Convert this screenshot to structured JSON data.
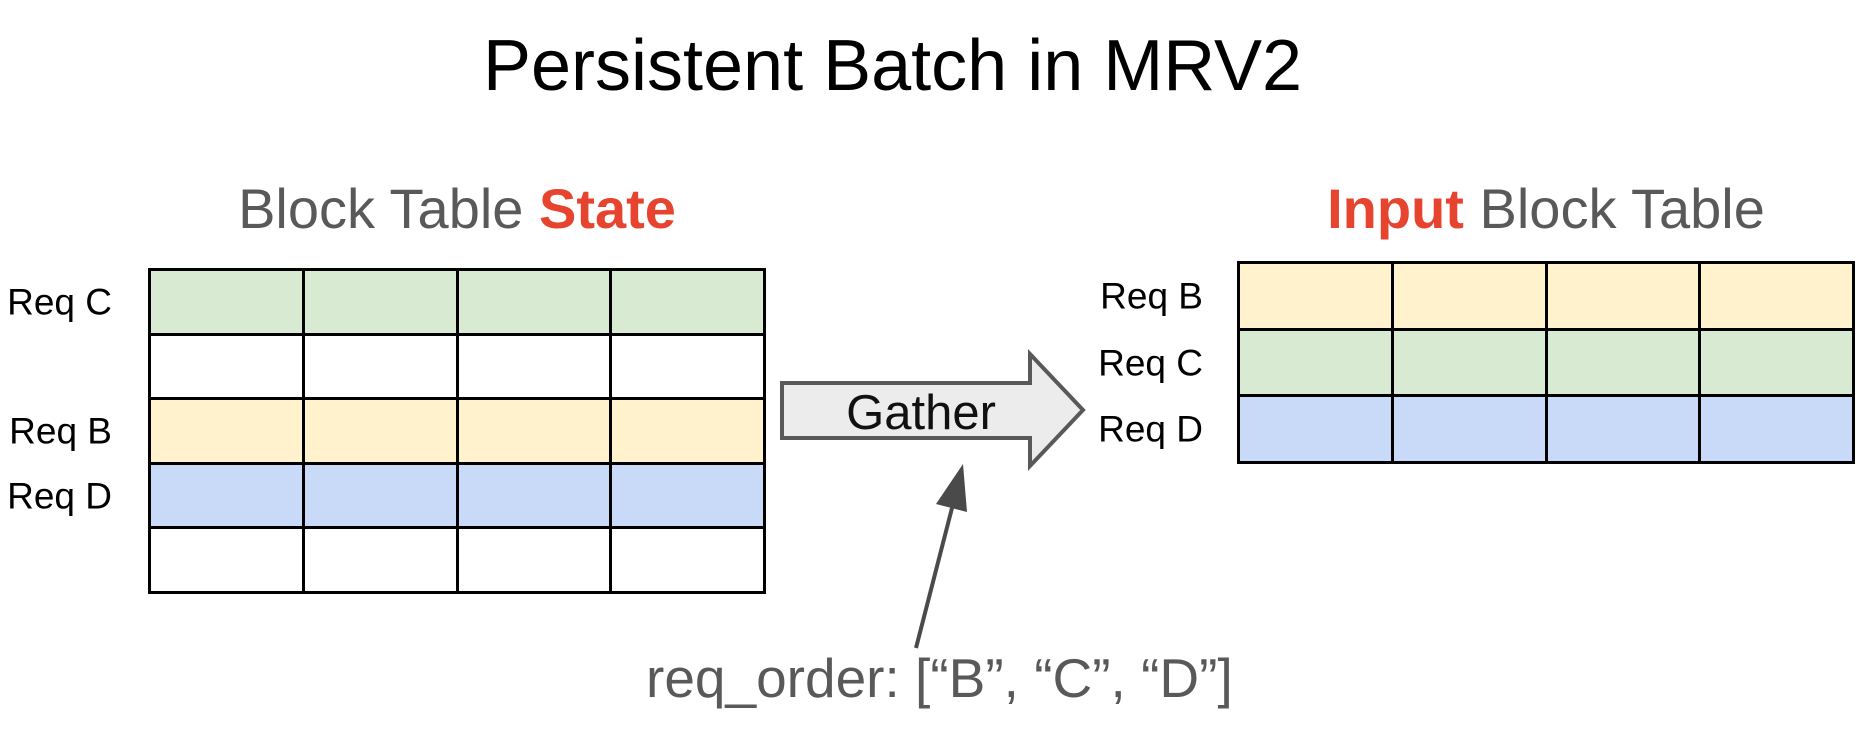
{
  "title": "Persistent Batch in MRV2",
  "colors": {
    "red": "#e6442e",
    "gray_text": "#595959",
    "green": "#d9ead3",
    "yellow": "#fff2cc",
    "blue": "#c9daf8",
    "white": "#ffffff",
    "arrow_fill": "#ececec",
    "arrow_border": "#595959",
    "annotation_arrow": "#4a4a4a"
  },
  "left_table": {
    "heading": {
      "normal": "Block Table ",
      "emphasis": "State"
    },
    "columns": 4,
    "rows": [
      {
        "label": "Req C",
        "color_key": "green"
      },
      {
        "label": "",
        "color_key": "white"
      },
      {
        "label": "Req B",
        "color_key": "yellow"
      },
      {
        "label": "Req D",
        "color_key": "blue"
      },
      {
        "label": "",
        "color_key": "white"
      }
    ]
  },
  "right_table": {
    "heading": {
      "emphasis": "Input",
      "normal": " Block Table"
    },
    "columns": 4,
    "rows": [
      {
        "label": "Req B",
        "color_key": "yellow"
      },
      {
        "label": "Req C",
        "color_key": "green"
      },
      {
        "label": "Req D",
        "color_key": "blue"
      }
    ]
  },
  "gather_arrow": {
    "label": "Gather"
  },
  "annotation": {
    "text": "req_order: [“B”, “C”, “D”]"
  }
}
